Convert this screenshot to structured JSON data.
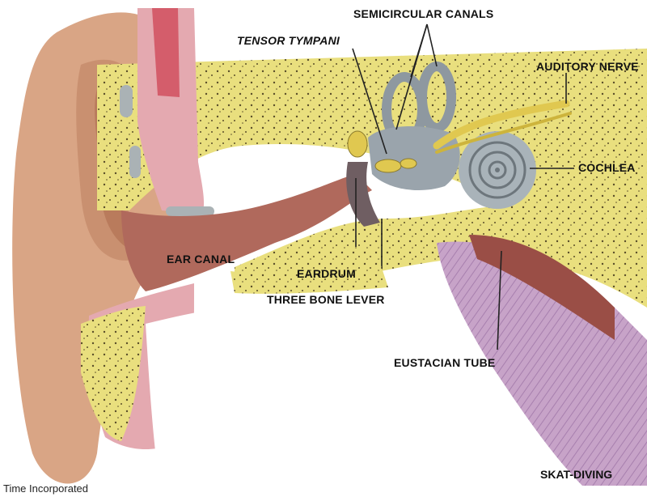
{
  "labels": {
    "semicircular_canals": "SEMICIRCULAR CANALS",
    "tensor_tympani": "TENSOR TYMPANI",
    "auditory_nerve": "AUDITORY NERVE",
    "cochlea": "COCHLEA",
    "ear_canal": "EAR CANAL",
    "eardrum": "EARDRUM",
    "three_bone_lever": "THREE BONE LEVER",
    "eustacian_tube": "EUSTACIAN TUBE"
  },
  "credit": "Time Incorporated",
  "watermark": "SKAT-DIVING",
  "colors": {
    "skin": "#d9a585",
    "skin_dark": "#b97b5c",
    "bone": "#e9df7e",
    "bone_light": "#f2eaa0",
    "tissue_pink": "#e4a9b0",
    "muscle": "#d45d6b",
    "canal": "#b0695c",
    "organ_gray": "#9aa4ac",
    "nerve": "#e0c850",
    "tube_purple": "#c7a3c8"
  }
}
